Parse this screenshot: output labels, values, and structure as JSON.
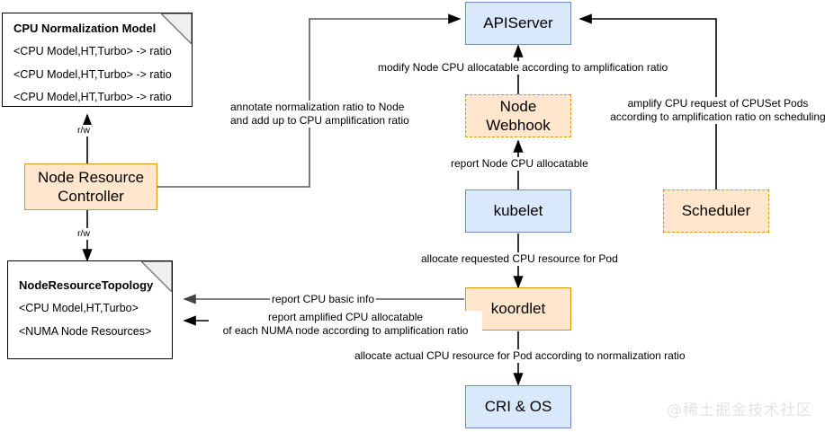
{
  "diagram": {
    "title": "Koordinator CPU Normalization and Amplification Architecture",
    "colors": {
      "blue_fill": "#dae8fc",
      "blue_stroke": "#6c8ebf",
      "orange_fill": "#ffe6cc",
      "orange_stroke": "#d79b00",
      "line": "#000000",
      "line_gray": "#666666",
      "watermark": "#e3e3e3"
    },
    "nodes": {
      "apiserver": {
        "label": "APIServer",
        "style": "blue"
      },
      "node_webhook": {
        "label": "Node Webhook",
        "style": "orange-dashed"
      },
      "kubelet": {
        "label": "kubelet",
        "style": "blue"
      },
      "scheduler": {
        "label": "Scheduler",
        "style": "orange-dashed"
      },
      "koordlet": {
        "label": "koordlet",
        "style": "orange-solid"
      },
      "cri_os": {
        "label": "CRI & OS",
        "style": "blue"
      },
      "node_resource_controller": {
        "label": "Node Resource\nController",
        "label_line1": "Node Resource",
        "label_line2": "Controller",
        "style": "orange-solid"
      }
    },
    "notes": {
      "cpu_normalization_model": {
        "title": "CPU Normalization Model",
        "lines": [
          "<CPU Model,HT,Turbo> -> ratio",
          "<CPU Model,HT,Turbo> -> ratio",
          "<CPU Model,HT,Turbo> -> ratio"
        ]
      },
      "node_resource_topology": {
        "title": "NodeResourceTopology",
        "lines": [
          "<CPU Model,HT,Turbo>",
          "<NUMA Node Resources>"
        ]
      }
    },
    "edge_labels": {
      "modify_node_cpu": "modify Node CPU allocatable according to amplification ratio",
      "annotate_normalization_l1": "annotate normalization ratio to Node",
      "annotate_normalization_l2": "and add up to CPU amplification ratio",
      "amplify_cpu_request_l1": "amplify CPU request of CPUSet Pods",
      "amplify_cpu_request_l2": "according to amplification ratio on scheduling",
      "report_node_cpu_allocatable": "report Node CPU allocatable",
      "allocate_requested_cpu": "allocate requested CPU resource for Pod",
      "report_cpu_basic_info": "report CPU basic info",
      "report_amplified_l1": "report amplified CPU allocatable",
      "report_amplified_l2": "of each NUMA node according to amplification ratio",
      "allocate_actual_cpu": "allocate actual CPU resource for Pod according to normalization ratio",
      "rw_top": "r/w",
      "rw_bottom": "r/w"
    },
    "watermark": "@稀土掘金技术社区"
  }
}
